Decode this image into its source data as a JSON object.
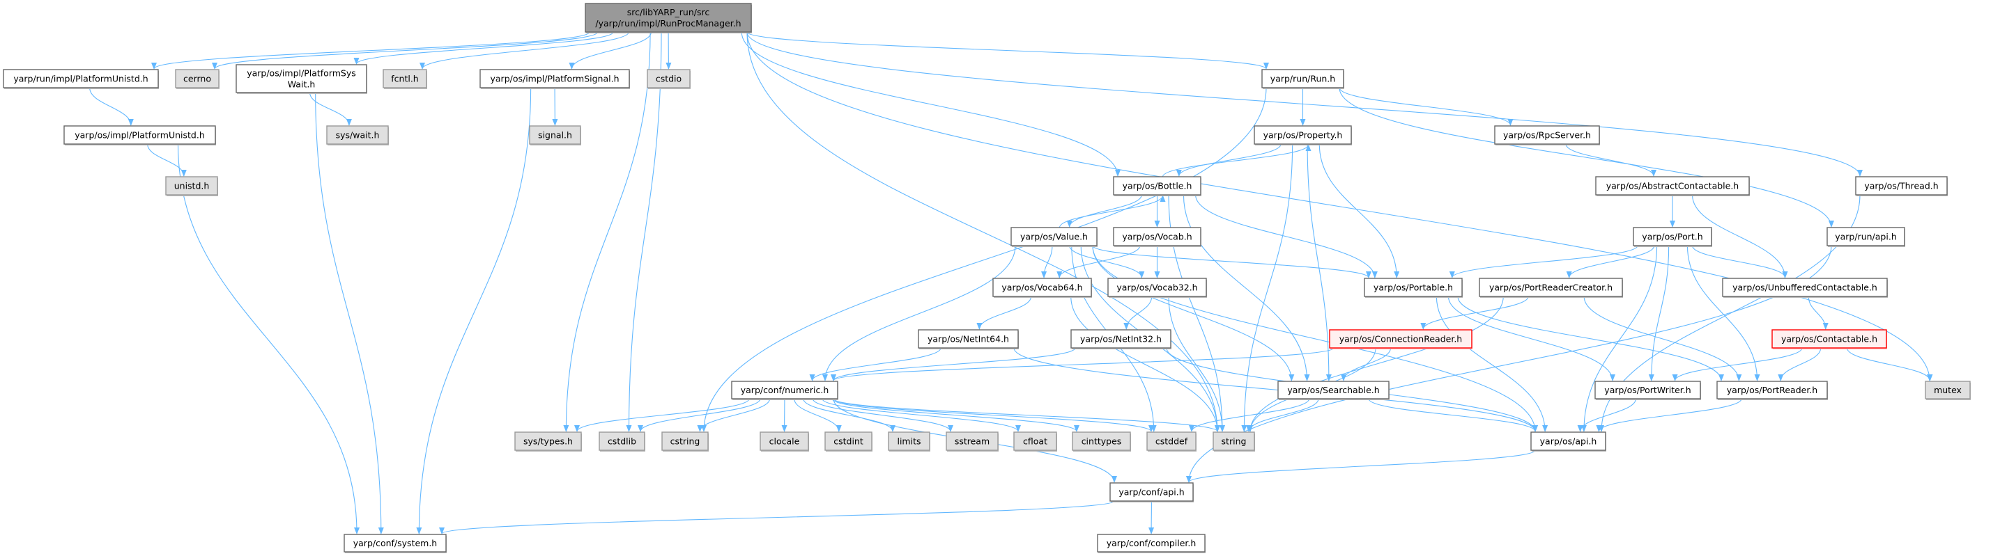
{
  "title": "src/libYARP_run/src/yarp/run/impl/RunProcManager.h",
  "colors": {
    "edge": "#63b8ff",
    "root_fill": "#999999",
    "root_border": "#666666",
    "node_fill": "#ffffff",
    "node_border": "#666666",
    "external_fill": "#e0e0e0",
    "external_border": "#999999",
    "incomplete_fill": "#fff0f0",
    "incomplete_border": "#ff0000"
  },
  "nodes": [
    {
      "id": "root",
      "lines": [
        "src/libYARP_run/src",
        "/yarp/run/impl/RunProcManager.h"
      ],
      "kind": "root"
    },
    {
      "id": "run_platunistd",
      "lines": [
        "yarp/run/impl/PlatformUnistd.h"
      ],
      "kind": "normal"
    },
    {
      "id": "cerrno",
      "lines": [
        "cerrno"
      ],
      "kind": "external"
    },
    {
      "id": "syswait_h",
      "lines": [
        "yarp/os/impl/PlatformSys",
        "Wait.h"
      ],
      "kind": "normal"
    },
    {
      "id": "fcntl",
      "lines": [
        "fcntl.h"
      ],
      "kind": "external"
    },
    {
      "id": "platsignal",
      "lines": [
        "yarp/os/impl/PlatformSignal.h"
      ],
      "kind": "normal"
    },
    {
      "id": "cstdio",
      "lines": [
        "cstdio"
      ],
      "kind": "external"
    },
    {
      "id": "run",
      "lines": [
        "yarp/run/Run.h"
      ],
      "kind": "normal"
    },
    {
      "id": "os_platunistd",
      "lines": [
        "yarp/os/impl/PlatformUnistd.h"
      ],
      "kind": "normal"
    },
    {
      "id": "syswait",
      "lines": [
        "sys/wait.h"
      ],
      "kind": "external"
    },
    {
      "id": "signal",
      "lines": [
        "signal.h"
      ],
      "kind": "external"
    },
    {
      "id": "unistd",
      "lines": [
        "unistd.h"
      ],
      "kind": "external"
    },
    {
      "id": "property",
      "lines": [
        "yarp/os/Property.h"
      ],
      "kind": "normal"
    },
    {
      "id": "rpcserver",
      "lines": [
        "yarp/os/RpcServer.h"
      ],
      "kind": "normal"
    },
    {
      "id": "bottle",
      "lines": [
        "yarp/os/Bottle.h"
      ],
      "kind": "normal"
    },
    {
      "id": "abstractcontactable",
      "lines": [
        "yarp/os/AbstractContactable.h"
      ],
      "kind": "normal"
    },
    {
      "id": "thread",
      "lines": [
        "yarp/os/Thread.h"
      ],
      "kind": "normal"
    },
    {
      "id": "value",
      "lines": [
        "yarp/os/Value.h"
      ],
      "kind": "normal"
    },
    {
      "id": "vocab",
      "lines": [
        "yarp/os/Vocab.h"
      ],
      "kind": "normal"
    },
    {
      "id": "port",
      "lines": [
        "yarp/os/Port.h"
      ],
      "kind": "normal"
    },
    {
      "id": "runapi",
      "lines": [
        "yarp/run/api.h"
      ],
      "kind": "normal"
    },
    {
      "id": "vocab64",
      "lines": [
        "yarp/os/Vocab64.h"
      ],
      "kind": "normal"
    },
    {
      "id": "vocab32",
      "lines": [
        "yarp/os/Vocab32.h"
      ],
      "kind": "normal"
    },
    {
      "id": "portable",
      "lines": [
        "yarp/os/Portable.h"
      ],
      "kind": "normal"
    },
    {
      "id": "portreadercreator",
      "lines": [
        "yarp/os/PortReaderCreator.h"
      ],
      "kind": "normal"
    },
    {
      "id": "unbuffered",
      "lines": [
        "yarp/os/UnbufferedContactable.h"
      ],
      "kind": "normal"
    },
    {
      "id": "netint64",
      "lines": [
        "yarp/os/NetInt64.h"
      ],
      "kind": "normal"
    },
    {
      "id": "netint32",
      "lines": [
        "yarp/os/NetInt32.h"
      ],
      "kind": "normal"
    },
    {
      "id": "connectionreader",
      "lines": [
        "yarp/os/ConnectionReader.h"
      ],
      "kind": "incomplete"
    },
    {
      "id": "contactable",
      "lines": [
        "yarp/os/Contactable.h"
      ],
      "kind": "incomplete"
    },
    {
      "id": "numeric",
      "lines": [
        "yarp/conf/numeric.h"
      ],
      "kind": "normal"
    },
    {
      "id": "searchable",
      "lines": [
        "yarp/os/Searchable.h"
      ],
      "kind": "normal"
    },
    {
      "id": "portwriter",
      "lines": [
        "yarp/os/PortWriter.h"
      ],
      "kind": "normal"
    },
    {
      "id": "portreader",
      "lines": [
        "yarp/os/PortReader.h"
      ],
      "kind": "normal"
    },
    {
      "id": "mutex",
      "lines": [
        "mutex"
      ],
      "kind": "external"
    },
    {
      "id": "systypes",
      "lines": [
        "sys/types.h"
      ],
      "kind": "external"
    },
    {
      "id": "cstdlib",
      "lines": [
        "cstdlib"
      ],
      "kind": "external"
    },
    {
      "id": "cstring",
      "lines": [
        "cstring"
      ],
      "kind": "external"
    },
    {
      "id": "clocale",
      "lines": [
        "clocale"
      ],
      "kind": "external"
    },
    {
      "id": "cstdint",
      "lines": [
        "cstdint"
      ],
      "kind": "external"
    },
    {
      "id": "limits",
      "lines": [
        "limits"
      ],
      "kind": "external"
    },
    {
      "id": "sstream",
      "lines": [
        "sstream"
      ],
      "kind": "external"
    },
    {
      "id": "cfloat",
      "lines": [
        "cfloat"
      ],
      "kind": "external"
    },
    {
      "id": "cinttypes",
      "lines": [
        "cinttypes"
      ],
      "kind": "external"
    },
    {
      "id": "cstddef",
      "lines": [
        "cstddef"
      ],
      "kind": "external"
    },
    {
      "id": "string",
      "lines": [
        "string"
      ],
      "kind": "external"
    },
    {
      "id": "osapi",
      "lines": [
        "yarp/os/api.h"
      ],
      "kind": "normal"
    },
    {
      "id": "confapi",
      "lines": [
        "yarp/conf/api.h"
      ],
      "kind": "normal"
    },
    {
      "id": "system",
      "lines": [
        "yarp/conf/system.h"
      ],
      "kind": "normal"
    },
    {
      "id": "compiler",
      "lines": [
        "yarp/conf/compiler.h"
      ],
      "kind": "normal"
    }
  ],
  "edges": [
    [
      "root",
      "run_platunistd"
    ],
    [
      "root",
      "cerrno"
    ],
    [
      "root",
      "syswait_h"
    ],
    [
      "root",
      "fcntl"
    ],
    [
      "root",
      "platsignal"
    ],
    [
      "root",
      "cstdio"
    ],
    [
      "root",
      "run"
    ],
    [
      "root",
      "bottle"
    ],
    [
      "root",
      "thread"
    ],
    [
      "root",
      "mutex"
    ],
    [
      "root",
      "systypes"
    ],
    [
      "root",
      "cstdlib"
    ],
    [
      "root",
      "string"
    ],
    [
      "run_platunistd",
      "os_platunistd"
    ],
    [
      "os_platunistd",
      "unistd"
    ],
    [
      "os_platunistd",
      "system"
    ],
    [
      "syswait_h",
      "syswait"
    ],
    [
      "syswait_h",
      "system"
    ],
    [
      "platsignal",
      "signal"
    ],
    [
      "platsignal",
      "system"
    ],
    [
      "run",
      "property"
    ],
    [
      "run",
      "rpcserver"
    ],
    [
      "run",
      "runapi"
    ],
    [
      "run",
      "cstring"
    ],
    [
      "property",
      "bottle"
    ],
    [
      "property",
      "portable"
    ],
    [
      "property",
      "searchable"
    ],
    [
      "property",
      "string"
    ],
    [
      "bottle",
      "property"
    ],
    [
      "bottle",
      "value"
    ],
    [
      "bottle",
      "vocab"
    ],
    [
      "bottle",
      "portable"
    ],
    [
      "bottle",
      "searchable"
    ],
    [
      "bottle",
      "string"
    ],
    [
      "value",
      "bottle"
    ],
    [
      "value",
      "vocab64"
    ],
    [
      "value",
      "vocab32"
    ],
    [
      "value",
      "portable"
    ],
    [
      "value",
      "searchable"
    ],
    [
      "value",
      "numeric"
    ],
    [
      "value",
      "string"
    ],
    [
      "value",
      "cstddef"
    ],
    [
      "value",
      "osapi"
    ],
    [
      "vocab",
      "vocab64"
    ],
    [
      "vocab",
      "vocab32"
    ],
    [
      "vocab64",
      "netint64"
    ],
    [
      "vocab64",
      "string"
    ],
    [
      "vocab32",
      "netint32"
    ],
    [
      "vocab32",
      "string"
    ],
    [
      "netint64",
      "numeric"
    ],
    [
      "netint64",
      "osapi"
    ],
    [
      "netint32",
      "numeric"
    ],
    [
      "netint32",
      "osapi"
    ],
    [
      "rpcserver",
      "abstractcontactable"
    ],
    [
      "abstractcontactable",
      "port"
    ],
    [
      "abstractcontactable",
      "unbuffered"
    ],
    [
      "thread",
      "osapi"
    ],
    [
      "runapi",
      "confapi"
    ],
    [
      "port",
      "portable"
    ],
    [
      "port",
      "portreadercreator"
    ],
    [
      "port",
      "unbuffered"
    ],
    [
      "port",
      "portwriter"
    ],
    [
      "port",
      "portreader"
    ],
    [
      "port",
      "osapi"
    ],
    [
      "portable",
      "portwriter"
    ],
    [
      "portable",
      "portreader"
    ],
    [
      "portable",
      "osapi"
    ],
    [
      "portreadercreator",
      "connectionreader"
    ],
    [
      "portreadercreator",
      "portreader"
    ],
    [
      "portreadercreator",
      "string"
    ],
    [
      "unbuffered",
      "contactable"
    ],
    [
      "connectionreader",
      "numeric"
    ],
    [
      "connectionreader",
      "searchable"
    ],
    [
      "connectionreader",
      "string"
    ],
    [
      "contactable",
      "portwriter"
    ],
    [
      "contactable",
      "portreader"
    ],
    [
      "contactable",
      "mutex"
    ],
    [
      "searchable",
      "cstddef"
    ],
    [
      "searchable",
      "string"
    ],
    [
      "searchable",
      "osapi"
    ],
    [
      "portwriter",
      "osapi"
    ],
    [
      "portreader",
      "osapi"
    ],
    [
      "numeric",
      "systypes"
    ],
    [
      "numeric",
      "cstdlib"
    ],
    [
      "numeric",
      "cstring"
    ],
    [
      "numeric",
      "clocale"
    ],
    [
      "numeric",
      "cstdint"
    ],
    [
      "numeric",
      "limits"
    ],
    [
      "numeric",
      "sstream"
    ],
    [
      "numeric",
      "cfloat"
    ],
    [
      "numeric",
      "cinttypes"
    ],
    [
      "numeric",
      "cstddef"
    ],
    [
      "numeric",
      "string"
    ],
    [
      "numeric",
      "confapi"
    ],
    [
      "osapi",
      "confapi"
    ],
    [
      "confapi",
      "system"
    ],
    [
      "confapi",
      "compiler"
    ]
  ]
}
